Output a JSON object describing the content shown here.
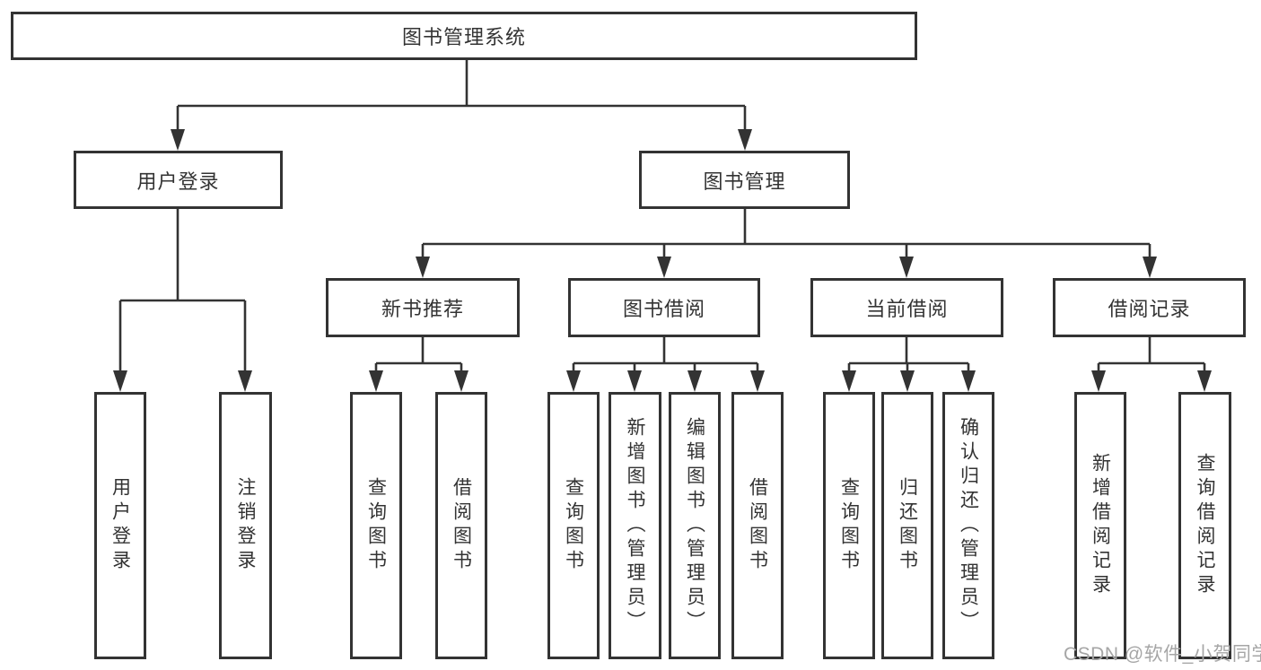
{
  "diagram_title": "图书管理系统",
  "tree": {
    "root": {
      "label": "图书管理系统",
      "children": [
        {
          "label": "用户登录",
          "children": [
            {
              "label": "用户登录"
            },
            {
              "label": "注销登录"
            }
          ]
        },
        {
          "label": "图书管理",
          "children": [
            {
              "label": "新书推荐",
              "children": [
                {
                  "label": "查询图书"
                },
                {
                  "label": "借阅图书"
                }
              ]
            },
            {
              "label": "图书借阅",
              "children": [
                {
                  "label": "查询图书"
                },
                {
                  "label": "新增图书（管理员）"
                },
                {
                  "label": "编辑图书（管理员）"
                },
                {
                  "label": "借阅图书"
                }
              ]
            },
            {
              "label": "当前借阅",
              "children": [
                {
                  "label": "查询图书"
                },
                {
                  "label": "归还图书"
                },
                {
                  "label": "确认归还（管理员）"
                }
              ]
            },
            {
              "label": "借阅记录",
              "children": [
                {
                  "label": "新增借阅记录"
                },
                {
                  "label": "查询借阅记录"
                }
              ]
            }
          ]
        }
      ]
    }
  },
  "watermark": {
    "text": "CSDN @软件_小贺同学"
  },
  "colors": {
    "line": "#333333",
    "border": "#333333",
    "text": "#333333",
    "background": "#ffffff",
    "watermark": "#a6a6a6"
  }
}
